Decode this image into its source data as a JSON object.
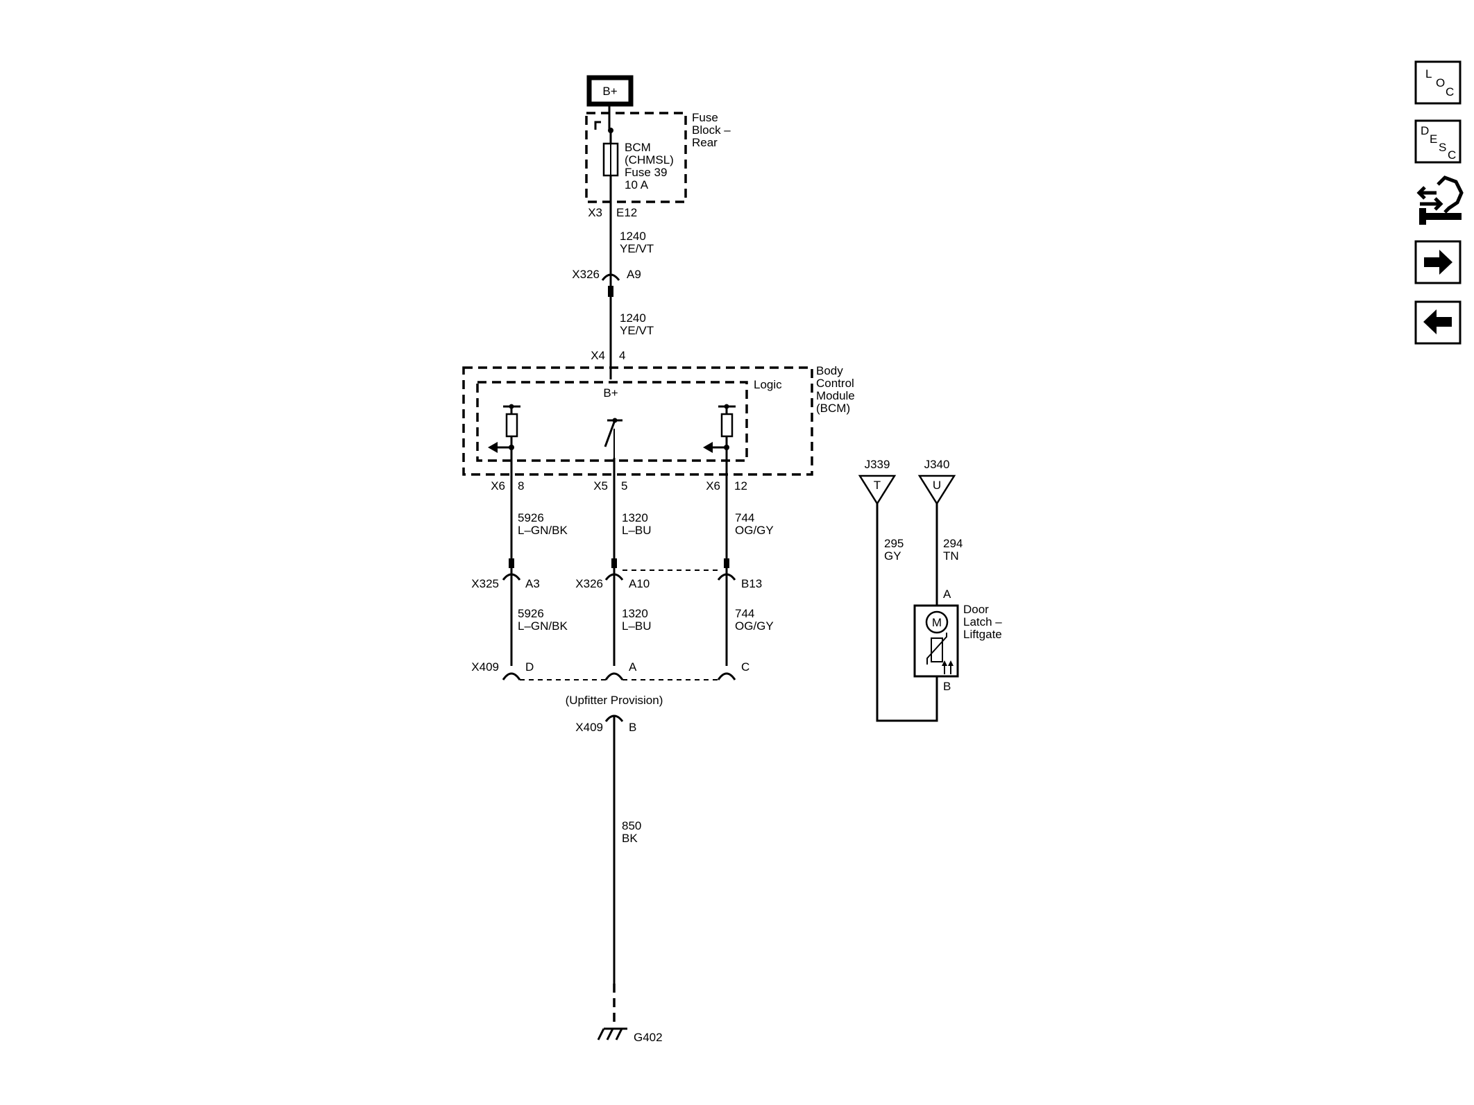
{
  "power": {
    "label": "B+"
  },
  "fuse_block": {
    "name_lines": [
      "Fuse",
      "Block –",
      "Rear"
    ],
    "fuse_lines": [
      "BCM",
      "(CHMSL)",
      "Fuse 39",
      "10 A"
    ],
    "connector": "X3",
    "pin": "E12"
  },
  "wire_1240": {
    "circuit": "1240",
    "color": "YE/VT"
  },
  "conn_x326_top": {
    "name": "X326",
    "pin": "A9"
  },
  "bcm_conn": {
    "name": "X4",
    "pin": "4"
  },
  "bcm": {
    "name_lines": [
      "Body",
      "Control",
      "Module",
      "(BCM)"
    ],
    "logic_label": "Logic",
    "bplus_label": "B+"
  },
  "outputs": [
    {
      "conn": "X6",
      "pin": "8",
      "circuit": "5926",
      "color": "L–GN/BK",
      "inline_conn": "X325",
      "inline_pin": "A3",
      "x409_pin": "D"
    },
    {
      "conn": "X5",
      "pin": "5",
      "circuit": "1320",
      "color": "L–BU",
      "inline_conn": "X326",
      "inline_pin": "A10",
      "x409_pin": "A"
    },
    {
      "conn": "X6",
      "pin": "12",
      "circuit": "744",
      "color": "OG/GY",
      "inline_conn": "",
      "inline_pin": "B13",
      "x409_pin": "C"
    }
  ],
  "x409_label": "X409",
  "upfitter": {
    "label": "(Upfitter Provision)",
    "conn": "X409",
    "pin": "B"
  },
  "ground_wire": {
    "circuit": "850",
    "color": "BK"
  },
  "ground": {
    "label": "G402"
  },
  "jumpers": [
    {
      "name": "J339",
      "letter": "T",
      "circuit": "295",
      "color": "GY"
    },
    {
      "name": "J340",
      "letter": "U",
      "circuit": "294",
      "color": "TN"
    }
  ],
  "door_latch": {
    "name_lines": [
      "Door",
      "Latch –",
      "Liftgate"
    ],
    "pin_a": "A",
    "pin_b": "B",
    "motor_label": "M"
  },
  "nav": {
    "loc": [
      "L",
      "O",
      "C"
    ],
    "desc": [
      "D",
      "E",
      "S",
      "C"
    ],
    "icons": [
      "connector-end-view-icon",
      "next-page-arrow-icon",
      "previous-page-arrow-icon"
    ]
  }
}
